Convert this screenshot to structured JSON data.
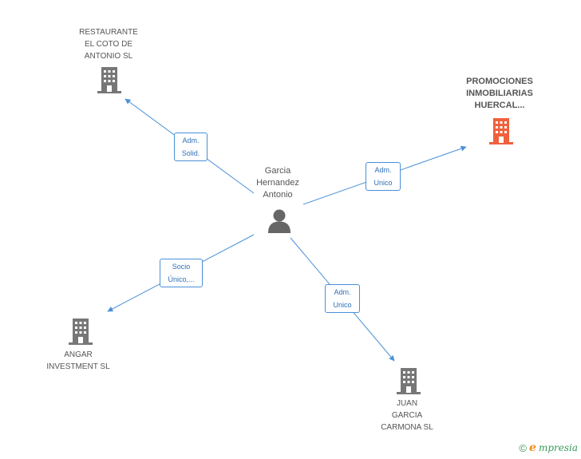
{
  "center": {
    "name": "Garcia\nHernandez\nAntonio",
    "icon": "person-icon",
    "color": "#666666"
  },
  "colors": {
    "edge": "#4a90d9",
    "company": "#777777",
    "highlight": "#f0603c"
  },
  "nodes": [
    {
      "id": "restaurante",
      "name": "RESTAURANTE\nEL COTO DE\nANTONIO  SL",
      "icon": "building-icon",
      "highlight": false
    },
    {
      "id": "promociones",
      "name": "PROMOCIONES\nINMOBILIARIAS\nHUERCAL...",
      "icon": "building-icon",
      "highlight": true
    },
    {
      "id": "angar",
      "name": "ANGAR\nINVESTMENT SL",
      "icon": "building-icon",
      "highlight": false
    },
    {
      "id": "juan",
      "name": "JUAN\nGARCIA\nCARMONA SL",
      "icon": "building-icon",
      "highlight": false
    }
  ],
  "edges": [
    {
      "to": "restaurante",
      "label": "Adm.\nSolid."
    },
    {
      "to": "promociones",
      "label": "Adm.\nUnico"
    },
    {
      "to": "angar",
      "label": "Socio\nÚnico,..."
    },
    {
      "to": "juan",
      "label": "Adm.\nUnico"
    }
  ],
  "watermark": {
    "copyright": "©",
    "brand_first": "e",
    "brand_rest": "mpresia"
  }
}
